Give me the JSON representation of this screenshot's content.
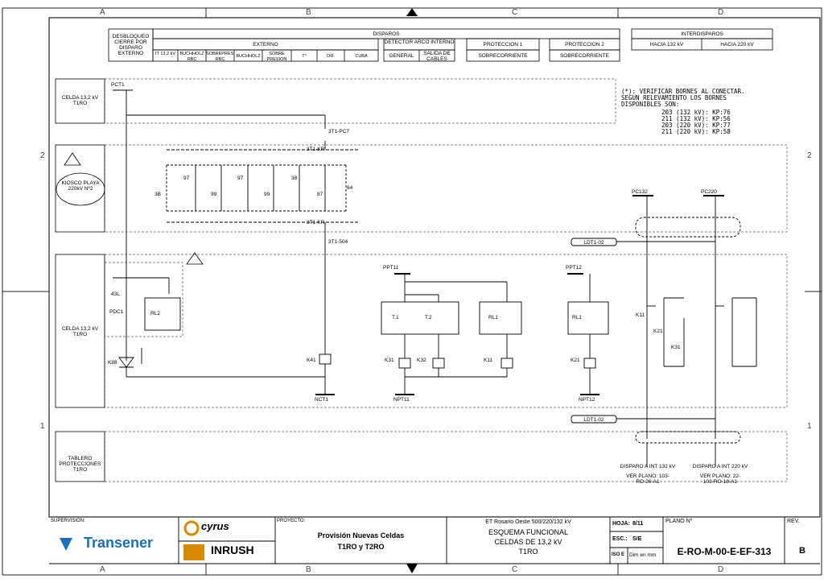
{
  "zones_top": [
    "A",
    "B",
    "C",
    "D"
  ],
  "zones_bottom": [
    "A",
    "B",
    "C",
    "D"
  ],
  "zones_side": [
    "2",
    "1"
  ],
  "header": {
    "desbloqueo": "DESBLOQUEO CIERRE POR DISPARO EXTERNO",
    "disparos": "DISPAROS",
    "externo": "EXTERNO",
    "cols": [
      "IT 13,2 kV",
      "BUCHHOLZ RBC",
      "SOBREPRES. RBC",
      "BUCHHOLZ",
      "SOBRE PRESION",
      "T°",
      "DIF.",
      "CUBA"
    ],
    "detector": "DETECTOR ARCO INTERNO",
    "general": "GENERAL",
    "salida": "SALIDA DE CABLES",
    "prot1": "PROTECCION 1",
    "prot1_sub": "SOBRECORRIENTE",
    "prot2": "PROTECCION 2",
    "prot2_sub": "SOBRECORRIENTE",
    "interdisparos": "INTERDISPAROS",
    "hacia132": "HACIA 132 kV",
    "hacia220": "HACIA 220 kV"
  },
  "sections": {
    "celda1": "CELDA 13,2 kV T1RO",
    "kiosco": "KIOSCO PLAYA 220kV Nº2",
    "celda2": "CELDA 13,2 kV T1RO",
    "tablero": "TABLERO PROTECCIONES T1RO"
  },
  "note_lines": [
    "(*): VERIFICAR BORNES AL CONECTAR.",
    "SEGUN RELEVAMIENTO LOS BORNES",
    "DISPONIBLES SON:",
    "203 (132 kV): KP:76",
    "211 (132 kV): KP:56",
    "203 (220 kV): KP:77",
    "211 (220 kV): KP:58"
  ],
  "labels": {
    "pct1": "PCT1",
    "ppt11": "PPT11",
    "ppt12": "PPT12",
    "pc132": "PC132",
    "pc220": "PC220",
    "nct1": "NCT1",
    "npt11": "NPT11",
    "npt12": "NPT12",
    "k41": "K41",
    "k31": "K31",
    "k32": "K32",
    "k11": "K11",
    "k21": "K21",
    "k88": "K88",
    "ldt1": "LDT1-02",
    "ldt1b": "LDT1-02",
    "t1": "T.1",
    "t2": "T.2",
    "rl1": "RL1",
    "rl1b": "RL1",
    "rl2": "RL2",
    "pdc1": "PDC1",
    "l43": "43L",
    "disp132": "DISPARO A INT 132 kV",
    "disp220": "DISPARO A INT 220 kV",
    "ver1": "VER PLANO: 103-RO-26-A1",
    "ver2": "VER PLANO: 22-103-RO-18-A1",
    "r3t1pc7": "3T1-PC7",
    "r3t1504": "3T1-504",
    "kr1": "3T1-KR",
    "kr2": "3T1-KR",
    "relays": [
      "3B",
      "97",
      "97",
      "99",
      "99",
      "38",
      "87",
      "64"
    ]
  },
  "titleblock": {
    "supervision": "SUPERVISIÓN:",
    "transener": "Transener",
    "cyrus": "cyrus",
    "inrush": "INRUSH",
    "proyecto": "PROYECTO:",
    "proyecto_line1": "Provisión Nuevas Celdas",
    "proyecto_line2": "T1RO y T2RO",
    "et": "ET Rosario Oeste 500/220/132 kV",
    "titulo1": "ESQUEMA FUNCIONAL",
    "titulo2": "CELDAS DE 13,2 kV",
    "titulo3": "T1RO",
    "hoja_label": "HOJA:",
    "hoja": "8/11",
    "esc_label": "ESC.:",
    "esc": "S/E",
    "iso_label": "ISO E",
    "dim": "Dim en mm",
    "plano_label": "PLANO Nº",
    "plano": "E-RO-M-00-E-EF-313",
    "rev_label": "REV.",
    "rev": "B"
  },
  "colors": {
    "line": "#000000",
    "frame": "#222222",
    "dashed": "#555555",
    "transener_blue": "#1a6fb5"
  }
}
